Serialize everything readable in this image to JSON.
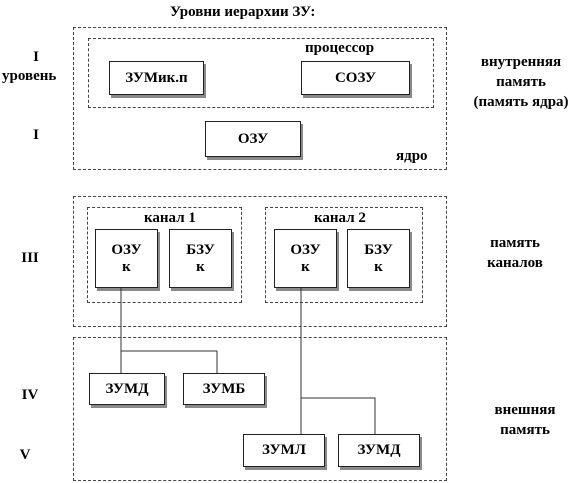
{
  "title": "Уровни иерархии ЗУ:",
  "levels": {
    "level1_line1": "I",
    "level1_line2": "уровень",
    "level2": "I",
    "level3": "III",
    "level4": "IV",
    "level5": "V"
  },
  "core_region": {
    "processor_label": "процессор",
    "core_label": "ядро",
    "zumik": "ЗУМик.п",
    "sozu": "СОЗУ",
    "ozu": "ОЗУ"
  },
  "channels": {
    "channel1": {
      "label": "канал 1",
      "ozu_line1": "ОЗУ",
      "ozu_line2": "к",
      "bzu_line1": "БЗУ",
      "bzu_line2": "к"
    },
    "channel2": {
      "label": "канал 2",
      "ozu_line1": "ОЗУ",
      "ozu_line2": "к",
      "bzu_line1": "БЗУ",
      "bzu_line2": "к"
    }
  },
  "external": {
    "zumd_left": "ЗУМД",
    "zumb": "ЗУМБ",
    "zuml": "ЗУМЛ",
    "zumd_right": "ЗУМД"
  },
  "side_labels": {
    "internal_line1": "внутренняя",
    "internal_line2": "память",
    "internal_line3": "(память ядра)",
    "channels_line1": "память",
    "channels_line2": "каналов",
    "external_line1": "внешняя",
    "external_line2": "память"
  }
}
